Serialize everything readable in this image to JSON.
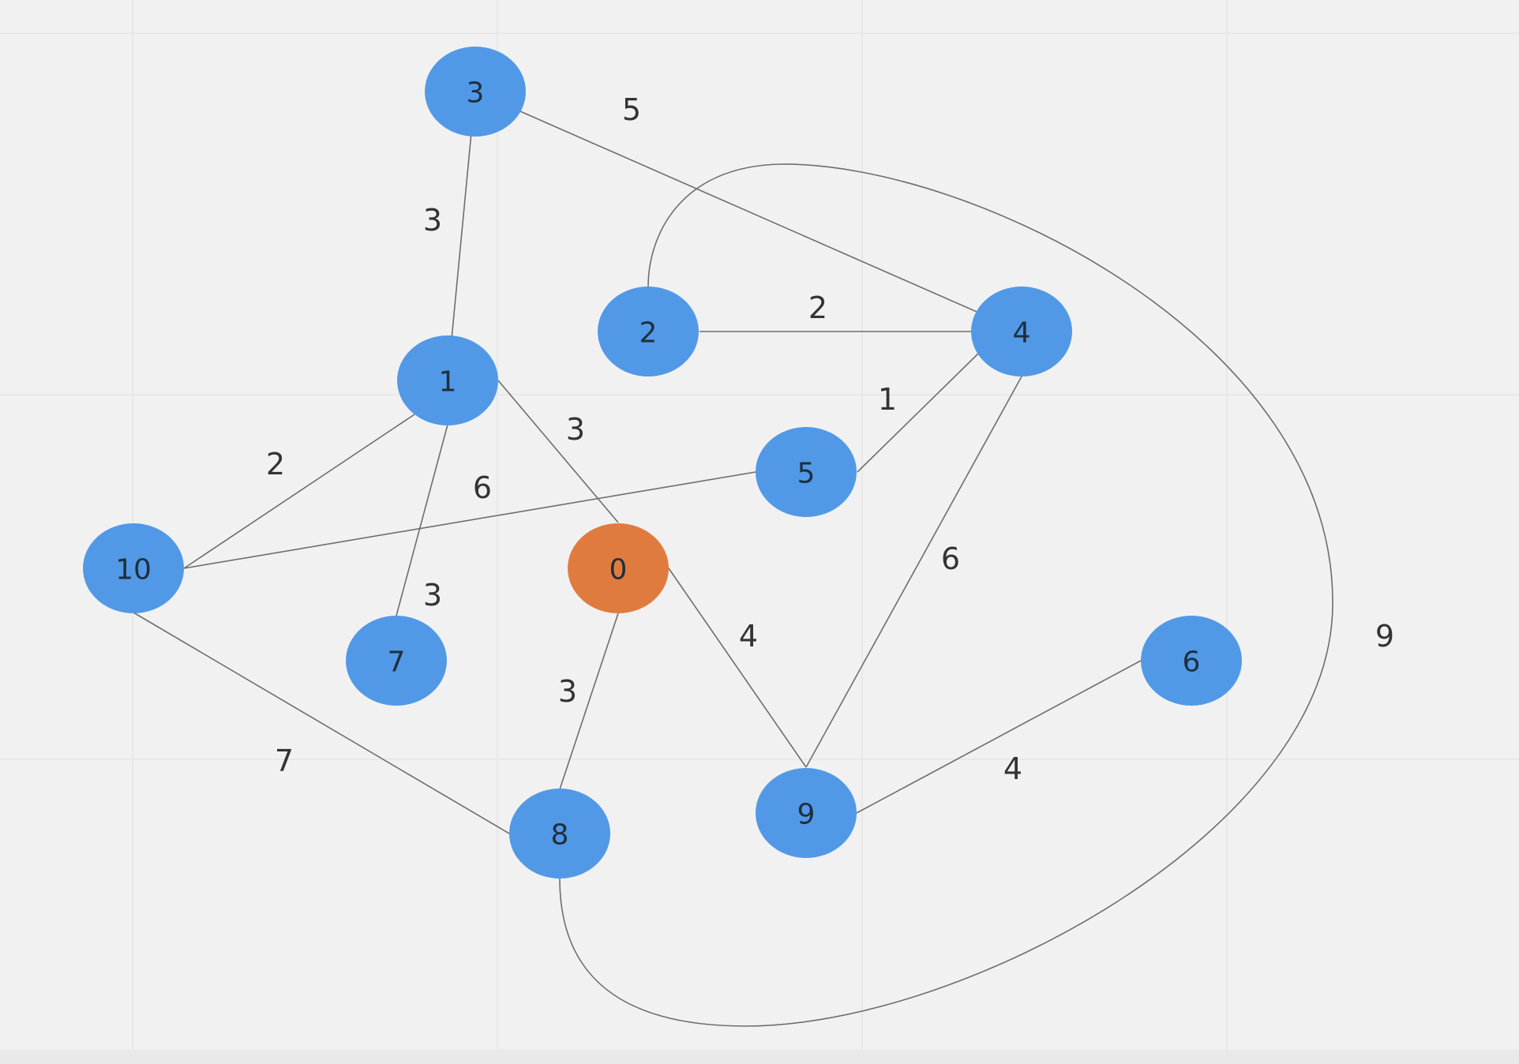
{
  "colors": {
    "background": "#f1f1f1",
    "node_default": "#5199e6",
    "node_start": "#e07b3f",
    "edge": "#6e6e6e"
  },
  "nodes": [
    {
      "id": "3",
      "label": "3",
      "role": "default"
    },
    {
      "id": "2",
      "label": "2",
      "role": "default"
    },
    {
      "id": "4",
      "label": "4",
      "role": "default"
    },
    {
      "id": "1",
      "label": "1",
      "role": "default"
    },
    {
      "id": "5",
      "label": "5",
      "role": "default"
    },
    {
      "id": "10",
      "label": "10",
      "role": "default"
    },
    {
      "id": "0",
      "label": "0",
      "role": "start"
    },
    {
      "id": "7",
      "label": "7",
      "role": "default"
    },
    {
      "id": "6",
      "label": "6",
      "role": "default"
    },
    {
      "id": "9",
      "label": "9",
      "role": "default"
    },
    {
      "id": "8",
      "label": "8",
      "role": "default"
    }
  ],
  "edges": [
    {
      "from": "3",
      "to": "1",
      "weight": "3"
    },
    {
      "from": "3",
      "to": "4",
      "weight": "5"
    },
    {
      "from": "2",
      "to": "4",
      "weight": "2"
    },
    {
      "from": "2",
      "to": "8",
      "weight": "9"
    },
    {
      "from": "4",
      "to": "5",
      "weight": "1"
    },
    {
      "from": "4",
      "to": "9",
      "weight": "6"
    },
    {
      "from": "1",
      "to": "0",
      "weight": "3"
    },
    {
      "from": "1",
      "to": "10",
      "weight": "2"
    },
    {
      "from": "1",
      "to": "7",
      "weight": "3"
    },
    {
      "from": "10",
      "to": "5",
      "weight": "6"
    },
    {
      "from": "10",
      "to": "8",
      "weight": "7"
    },
    {
      "from": "0",
      "to": "8",
      "weight": "3"
    },
    {
      "from": "0",
      "to": "9",
      "weight": "4"
    },
    {
      "from": "9",
      "to": "6",
      "weight": "4"
    }
  ]
}
